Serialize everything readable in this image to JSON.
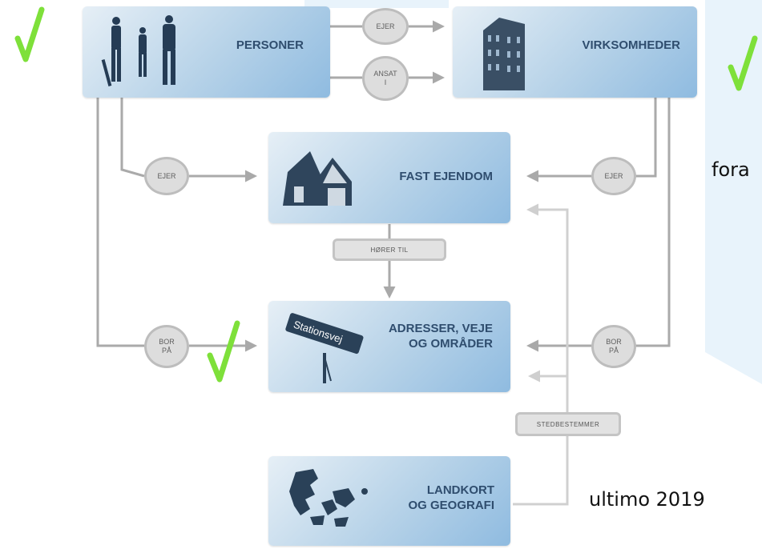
{
  "entities": {
    "personer": "PERSONER",
    "virksomheder": "VIRKSOMHEDER",
    "fast_ejendom": "FAST EJENDOM",
    "adresser_line1": "ADRESSER, VEJE",
    "adresser_line2": "OG OMRÅDER",
    "landkort_line1": "LANDKORT",
    "landkort_line2": "OG GEOGRAFI"
  },
  "relations": {
    "ejer": "EJER",
    "ansat_line1": "ANSAT",
    "ansat_line2": "I",
    "bor_line1": "BOR",
    "bor_line2": "PÅ",
    "horer_til": "HØRER TIL",
    "stedbestemmer": "STEDBESTEMMER"
  },
  "sign_text": "Stationsvej",
  "side_text": {
    "fora": "fora",
    "ultimo": "ultimo 2019"
  },
  "colors": {
    "check": "#7ee03a",
    "connector": "#aaaaaa",
    "box_label": "#2f4d6e",
    "background_accent": "#e8f3fb"
  }
}
